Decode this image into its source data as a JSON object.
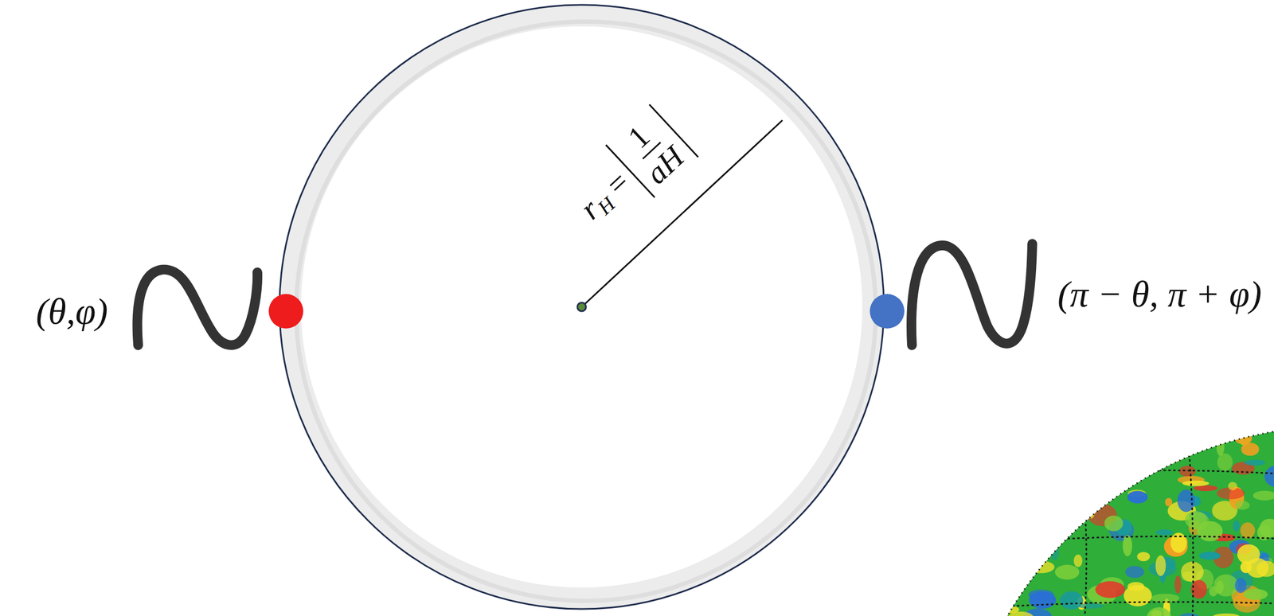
{
  "diagram": {
    "labels": [
      "(θ,φ)",
      "(π − θ, π + φ)",
      "r",
      "H",
      "=",
      "1",
      "aH"
    ]
  }
}
